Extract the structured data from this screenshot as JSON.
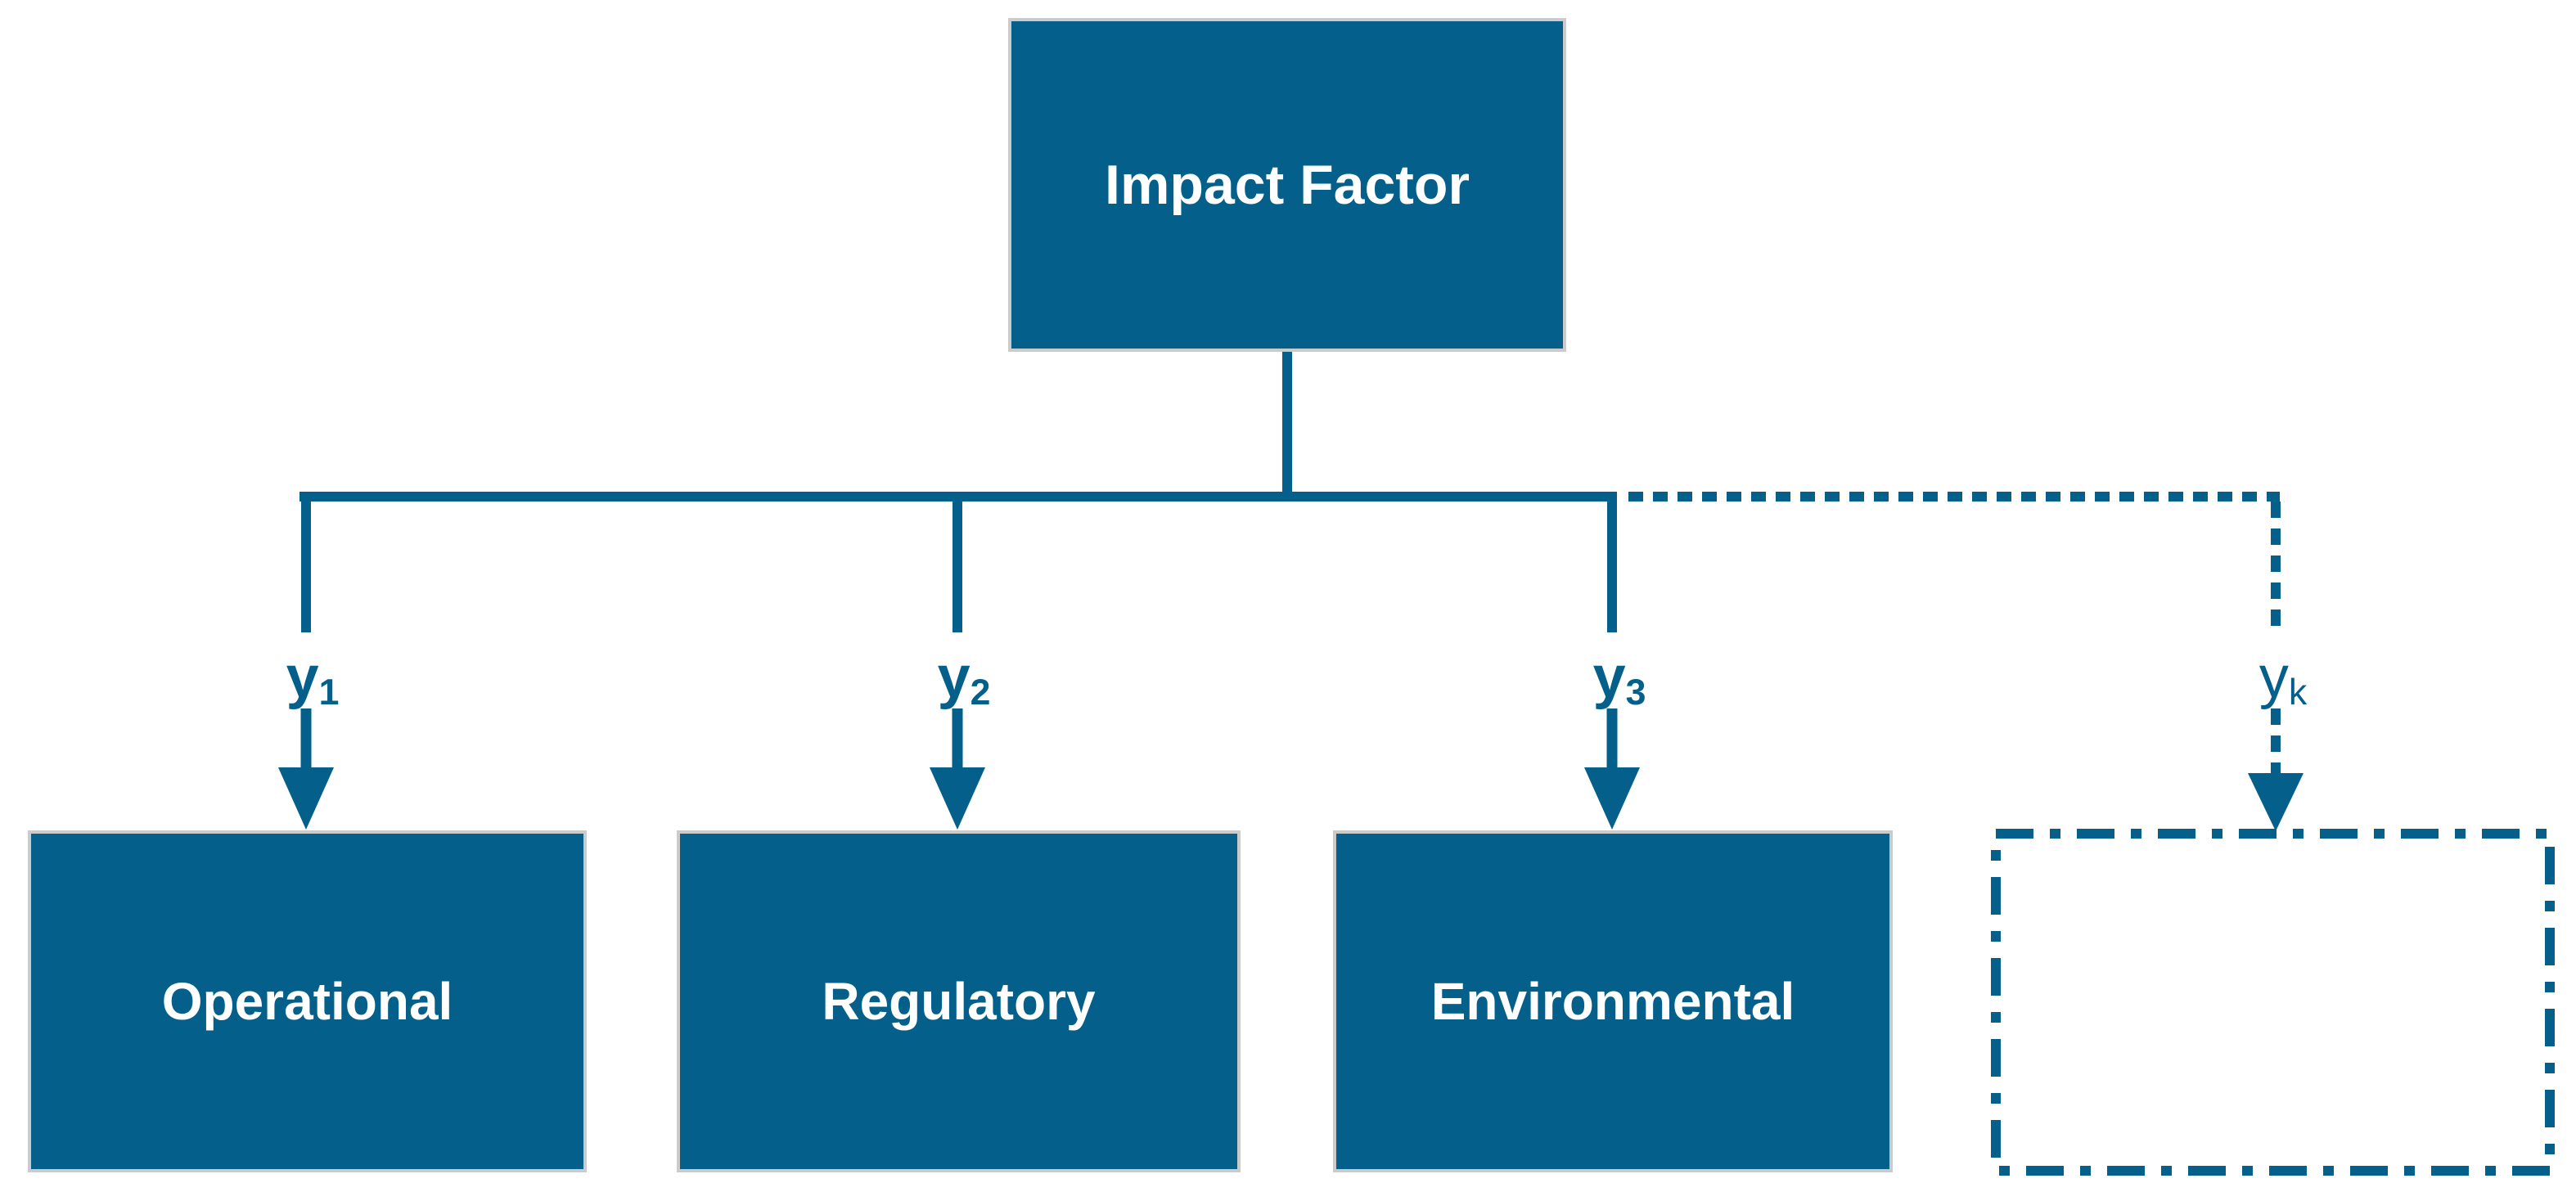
{
  "colors": {
    "primary": "#04608a",
    "box_border": "#cbcbcb",
    "box_text": "#ffffff",
    "background": "#ffffff"
  },
  "root": {
    "label": "Impact Factor"
  },
  "branches": [
    {
      "id": "y1",
      "label_base": "y",
      "label_sub": "1",
      "target_label": "Operational",
      "line_style": "solid"
    },
    {
      "id": "y2",
      "label_base": "y",
      "label_sub": "2",
      "target_label": "Regulatory",
      "line_style": "solid"
    },
    {
      "id": "y3",
      "label_base": "y",
      "label_sub": "3",
      "target_label": "Environmental",
      "line_style": "solid"
    },
    {
      "id": "yk",
      "label_base": "y",
      "label_sub": "k",
      "target_label": "",
      "line_style": "dashed"
    }
  ]
}
